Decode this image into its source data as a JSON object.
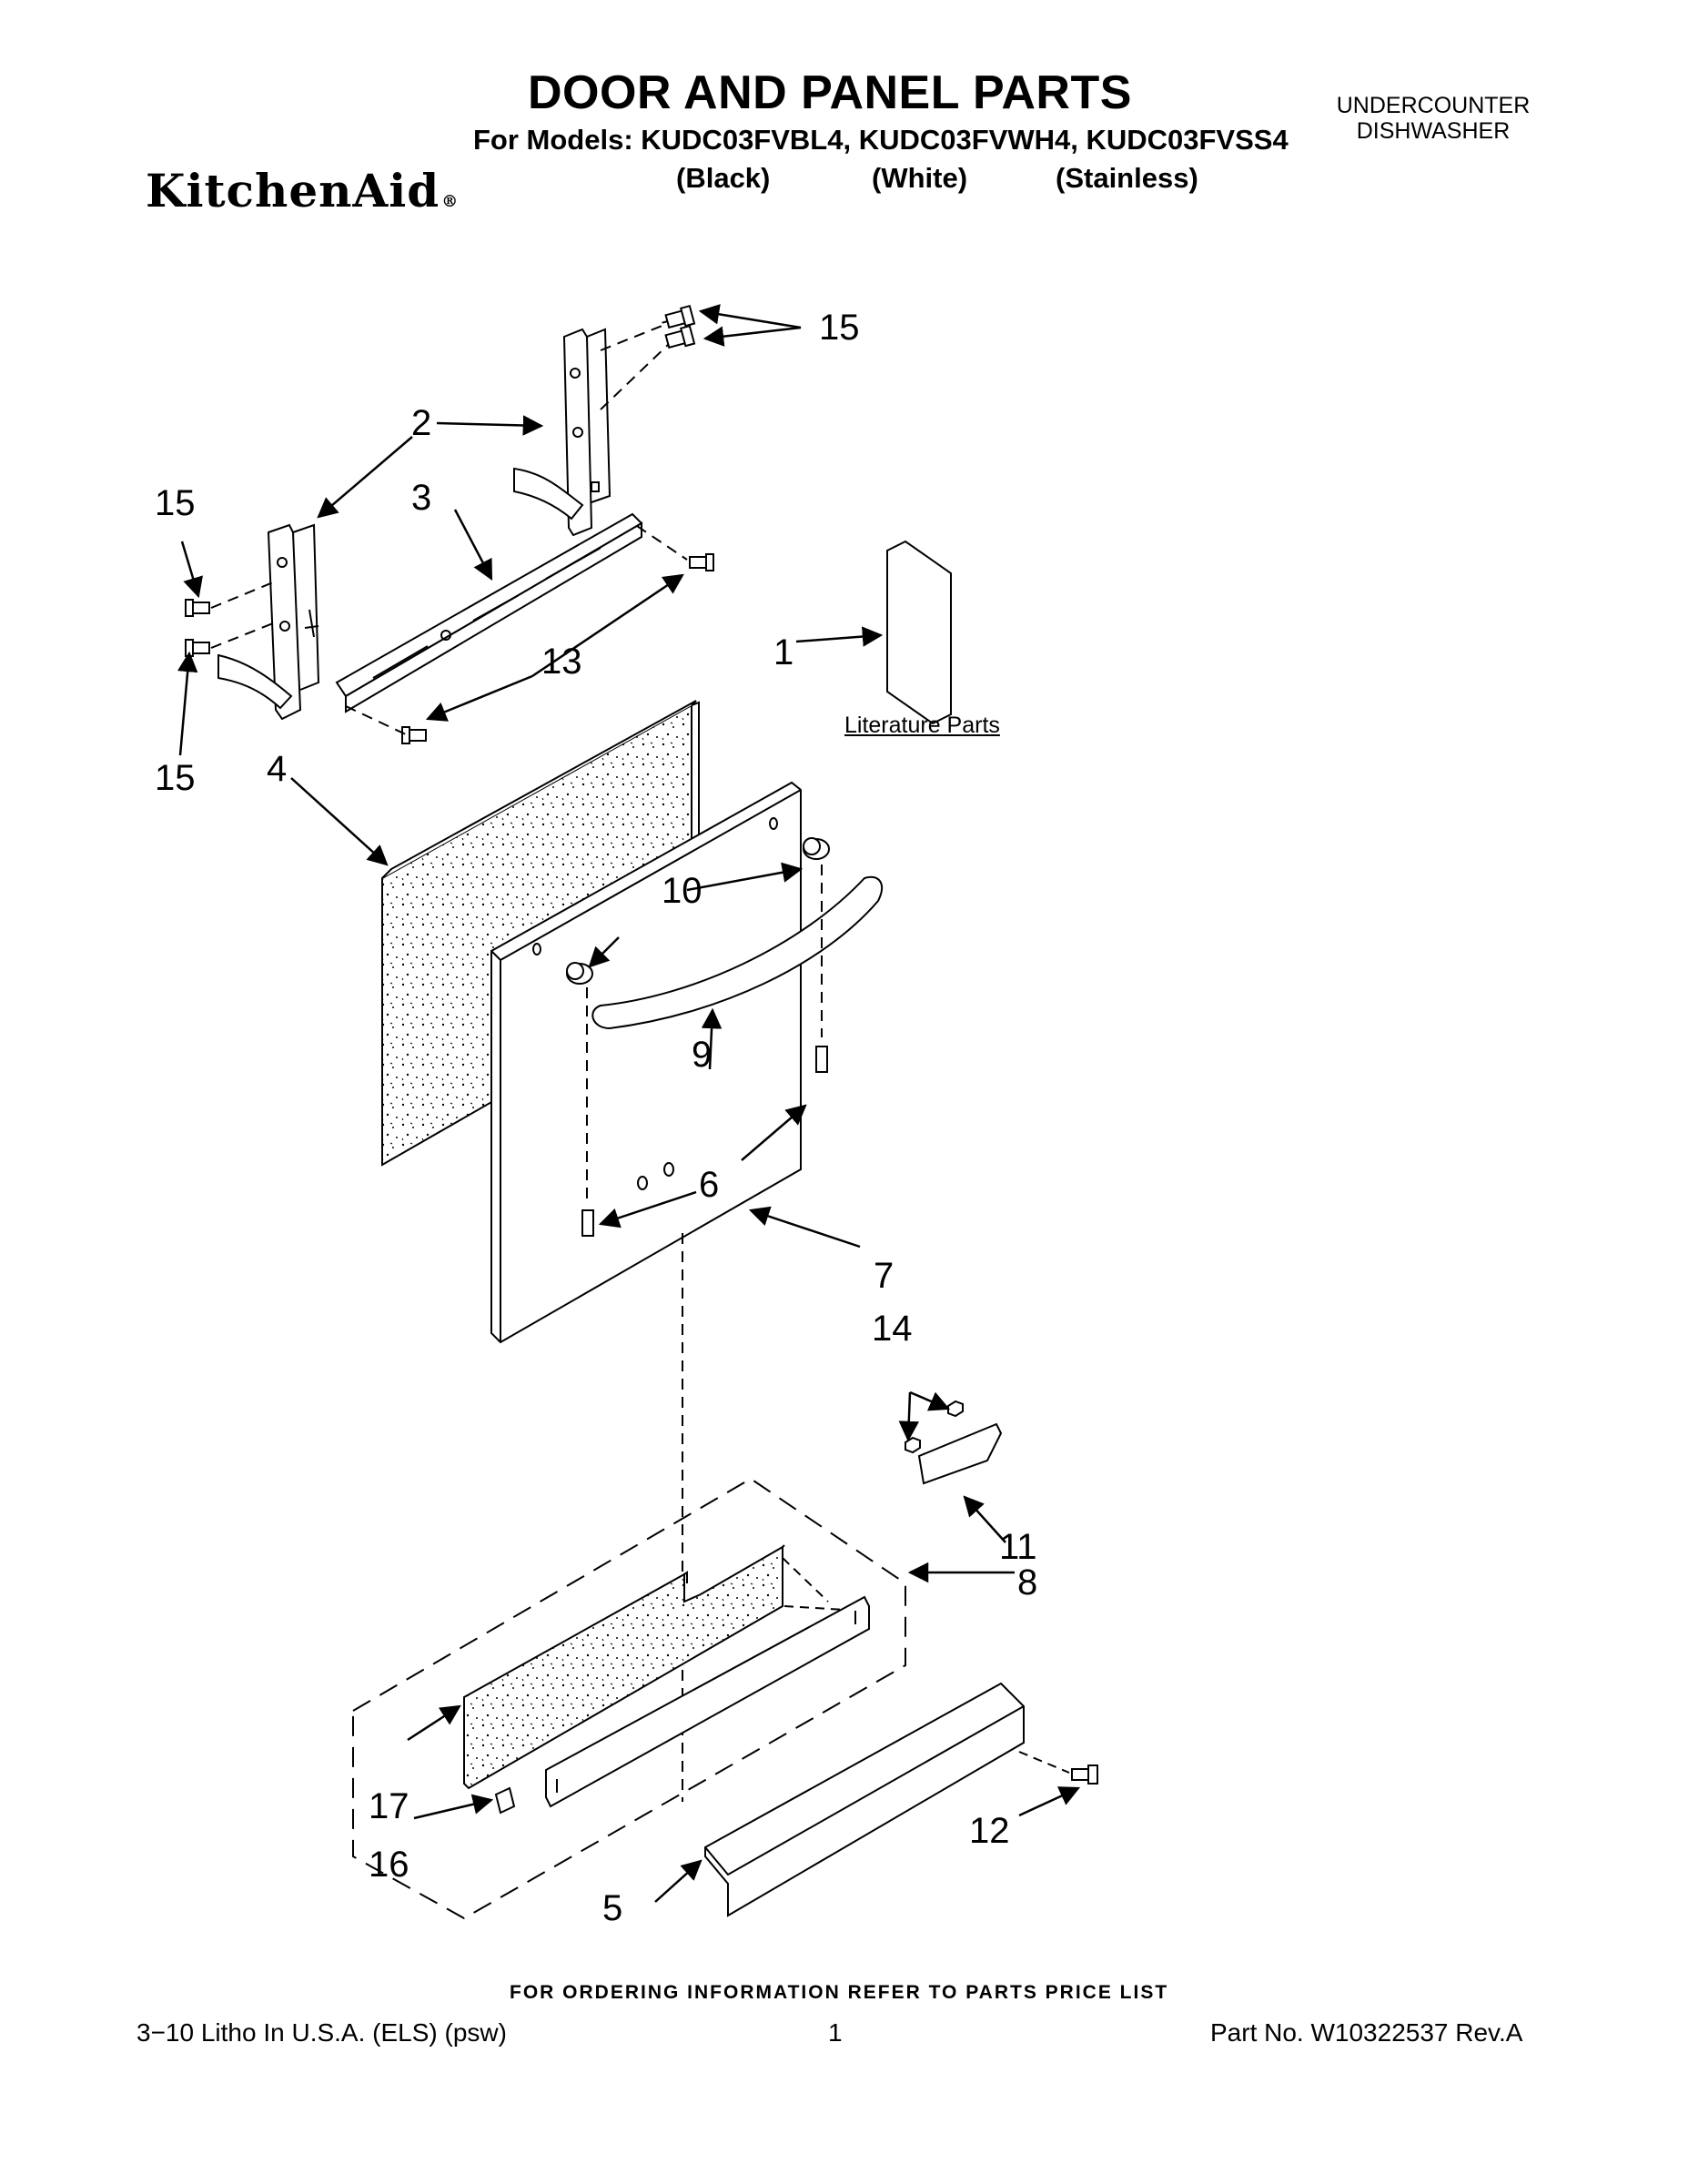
{
  "header": {
    "title": "DOOR AND PANEL PARTS",
    "models_line": "For Models: KUDC03FVBL4, KUDC03FVWH4, KUDC03FVSS4",
    "variants": [
      "(Black)",
      "(White)",
      "(Stainless)"
    ],
    "category_line1": "UNDERCOUNTER",
    "category_line2": "DISHWASHER",
    "brand": "KitchenAid",
    "brand_mark": "®"
  },
  "diagram": {
    "literature_label": "Literature Parts",
    "callouts": [
      "1",
      "2",
      "3",
      "4",
      "5",
      "6",
      "7",
      "8",
      "9",
      "10",
      "11",
      "12",
      "13",
      "14",
      "15",
      "16",
      "17"
    ]
  },
  "footer": {
    "ordering_note": "FOR ORDERING INFORMATION REFER TO PARTS PRICE LIST",
    "litho": "3−10 Litho In U.S.A. (ELS) (psw)",
    "page": "1",
    "part_no": "Part No. W10322537 Rev.A"
  }
}
